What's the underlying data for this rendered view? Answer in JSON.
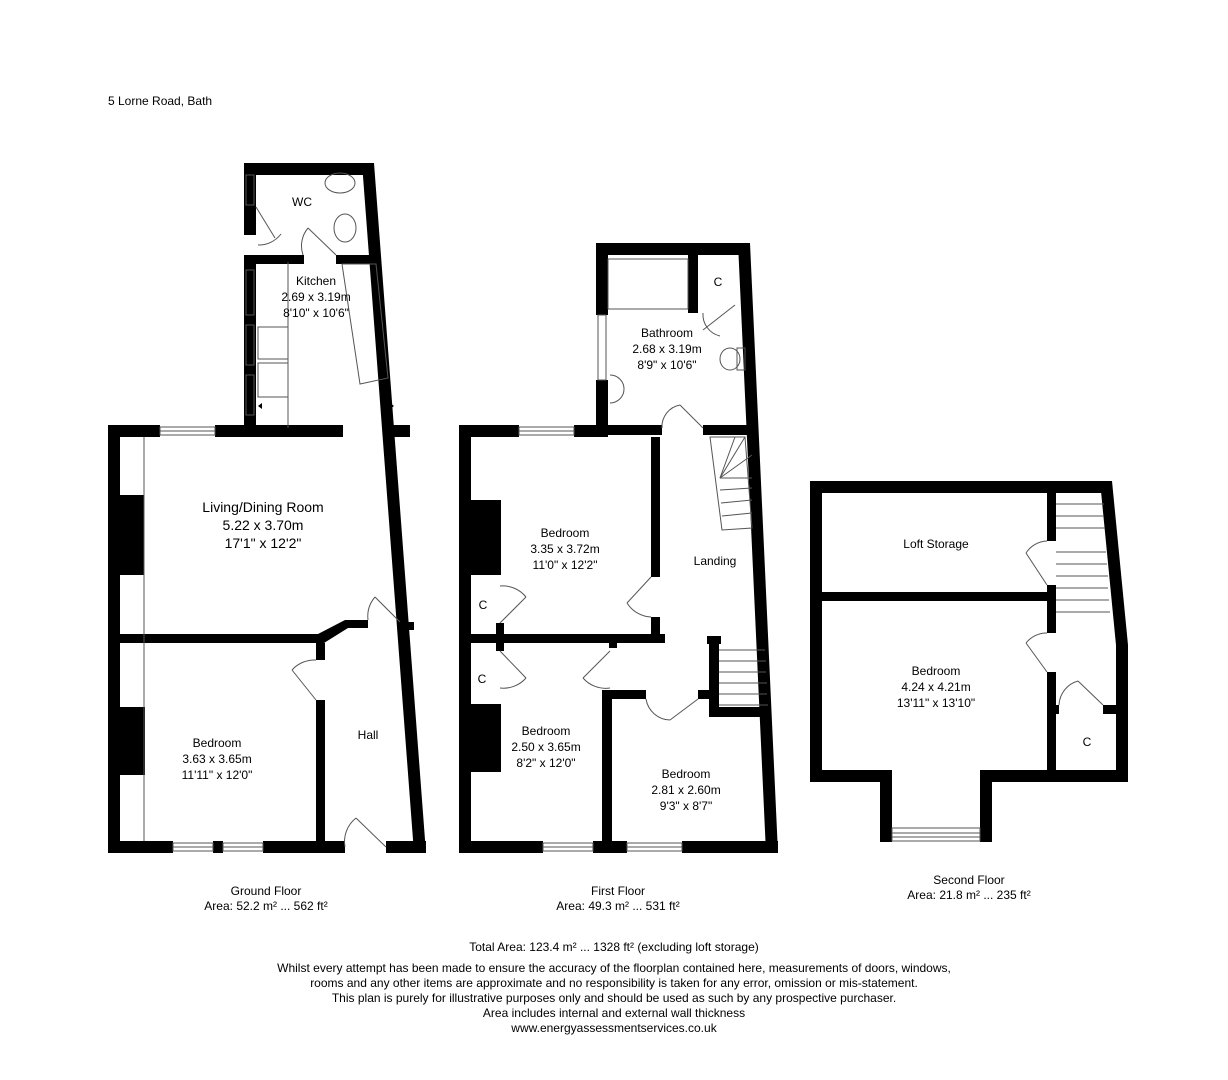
{
  "title": "5 Lorne Road, Bath",
  "floors": [
    {
      "name": "Ground Floor",
      "area": "Area: 52.2 m² ... 562 ft²",
      "rooms": [
        {
          "name": "WC",
          "metric": "",
          "imperial": ""
        },
        {
          "name": "Kitchen",
          "metric": "2.69 x 3.19m",
          "imperial": "8'10\" x 10'6\""
        },
        {
          "name": "Living/Dining Room",
          "metric": "5.22 x 3.70m",
          "imperial": "17'1\" x 12'2\""
        },
        {
          "name": "Bedroom",
          "metric": "3.63 x 3.65m",
          "imperial": "11'11\" x 12'0\""
        },
        {
          "name": "Hall",
          "metric": "",
          "imperial": ""
        }
      ]
    },
    {
      "name": "First Floor",
      "area": "Area: 49.3 m² ... 531 ft²",
      "rooms": [
        {
          "name": "Bathroom",
          "metric": "2.68 x 3.19m",
          "imperial": "8'9\" x 10'6\""
        },
        {
          "name": "C",
          "metric": "",
          "imperial": ""
        },
        {
          "name": "Bedroom",
          "metric": "3.35 x 3.72m",
          "imperial": "11'0\" x 12'2\""
        },
        {
          "name": "Landing",
          "metric": "",
          "imperial": ""
        },
        {
          "name": "C",
          "metric": "",
          "imperial": ""
        },
        {
          "name": "C",
          "metric": "",
          "imperial": ""
        },
        {
          "name": "Bedroom",
          "metric": "2.50 x 3.65m",
          "imperial": "8'2\" x 12'0\""
        },
        {
          "name": "Bedroom",
          "metric": "2.81 x 2.60m",
          "imperial": "9'3\" x 8'7\""
        }
      ]
    },
    {
      "name": "Second Floor",
      "area": "Area: 21.8 m² ... 235 ft²",
      "rooms": [
        {
          "name": "Loft Storage",
          "metric": "",
          "imperial": ""
        },
        {
          "name": "Bedroom",
          "metric": "4.24 x 4.21m",
          "imperial": "13'11\" x 13'10\""
        },
        {
          "name": "C",
          "metric": "",
          "imperial": ""
        }
      ]
    }
  ],
  "footer": {
    "total": "Total Area: 123.4 m² ... 1328 ft² (excluding loft storage)",
    "disclaimer_lines": [
      "Whilst every attempt has been made to ensure the accuracy of the floorplan contained here, measurements of doors, windows,",
      "rooms and any other items are approximate and no responsibility is taken for any error, omission or mis-statement.",
      "This plan is purely for illustrative purposes only and should be used as such by any prospective purchaser.",
      "Area includes internal and external wall thickness",
      "www.energyassessmentservices.co.uk"
    ]
  },
  "colors": {
    "wall": "#000000",
    "fixture": "#888888",
    "background": "#ffffff"
  }
}
